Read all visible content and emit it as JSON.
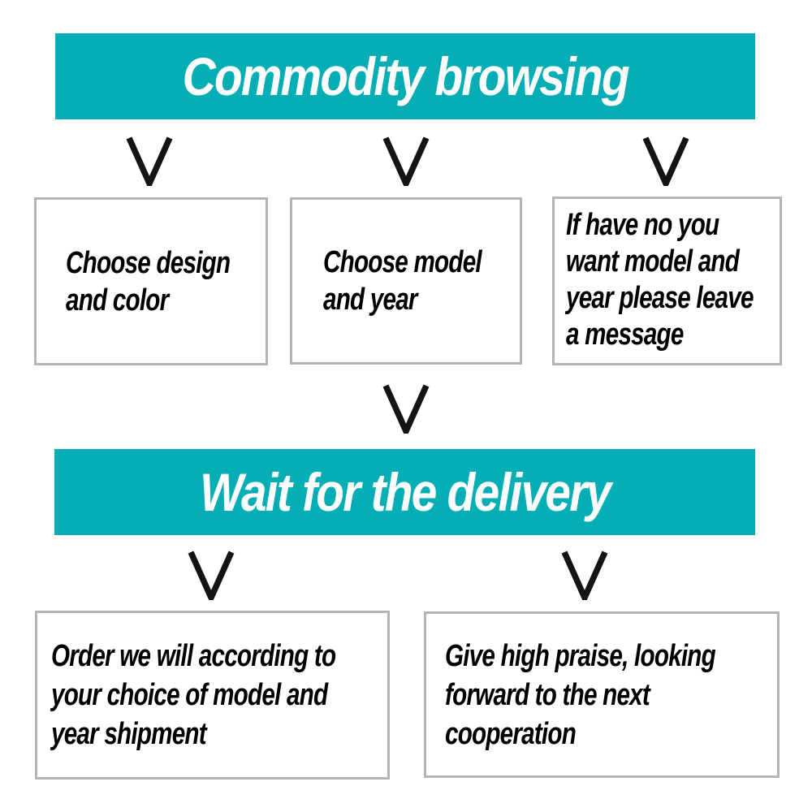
{
  "colors": {
    "page_bg": "#FFFFFF",
    "banner_bg": "#04AEB4",
    "banner_text": "#FFFFFF",
    "box_bg": "#FFFFFF",
    "box_border": "#B5B5B5",
    "text": "#000000",
    "arrow": "#141414"
  },
  "banners": [
    {
      "label": "Commodity browsing"
    },
    {
      "label": "Wait for the delivery"
    }
  ],
  "boxes": [
    {
      "name": "choose-design-and-color",
      "lines": [
        "Choose design",
        "and color"
      ]
    },
    {
      "name": "choose-model-and-year",
      "lines": [
        "Choose model",
        "and year"
      ]
    },
    {
      "name": "leave-message-note",
      "lines": [
        "If have no you",
        "want model and",
        "year please leave",
        "a message"
      ]
    },
    {
      "name": "order-shipment-note",
      "lines": [
        "Order we will according to",
        "your choice of model and",
        "year shipment"
      ]
    },
    {
      "name": "give-praise-note",
      "lines": [
        "Give high praise, looking",
        "forward to the next",
        "cooperation"
      ]
    }
  ]
}
